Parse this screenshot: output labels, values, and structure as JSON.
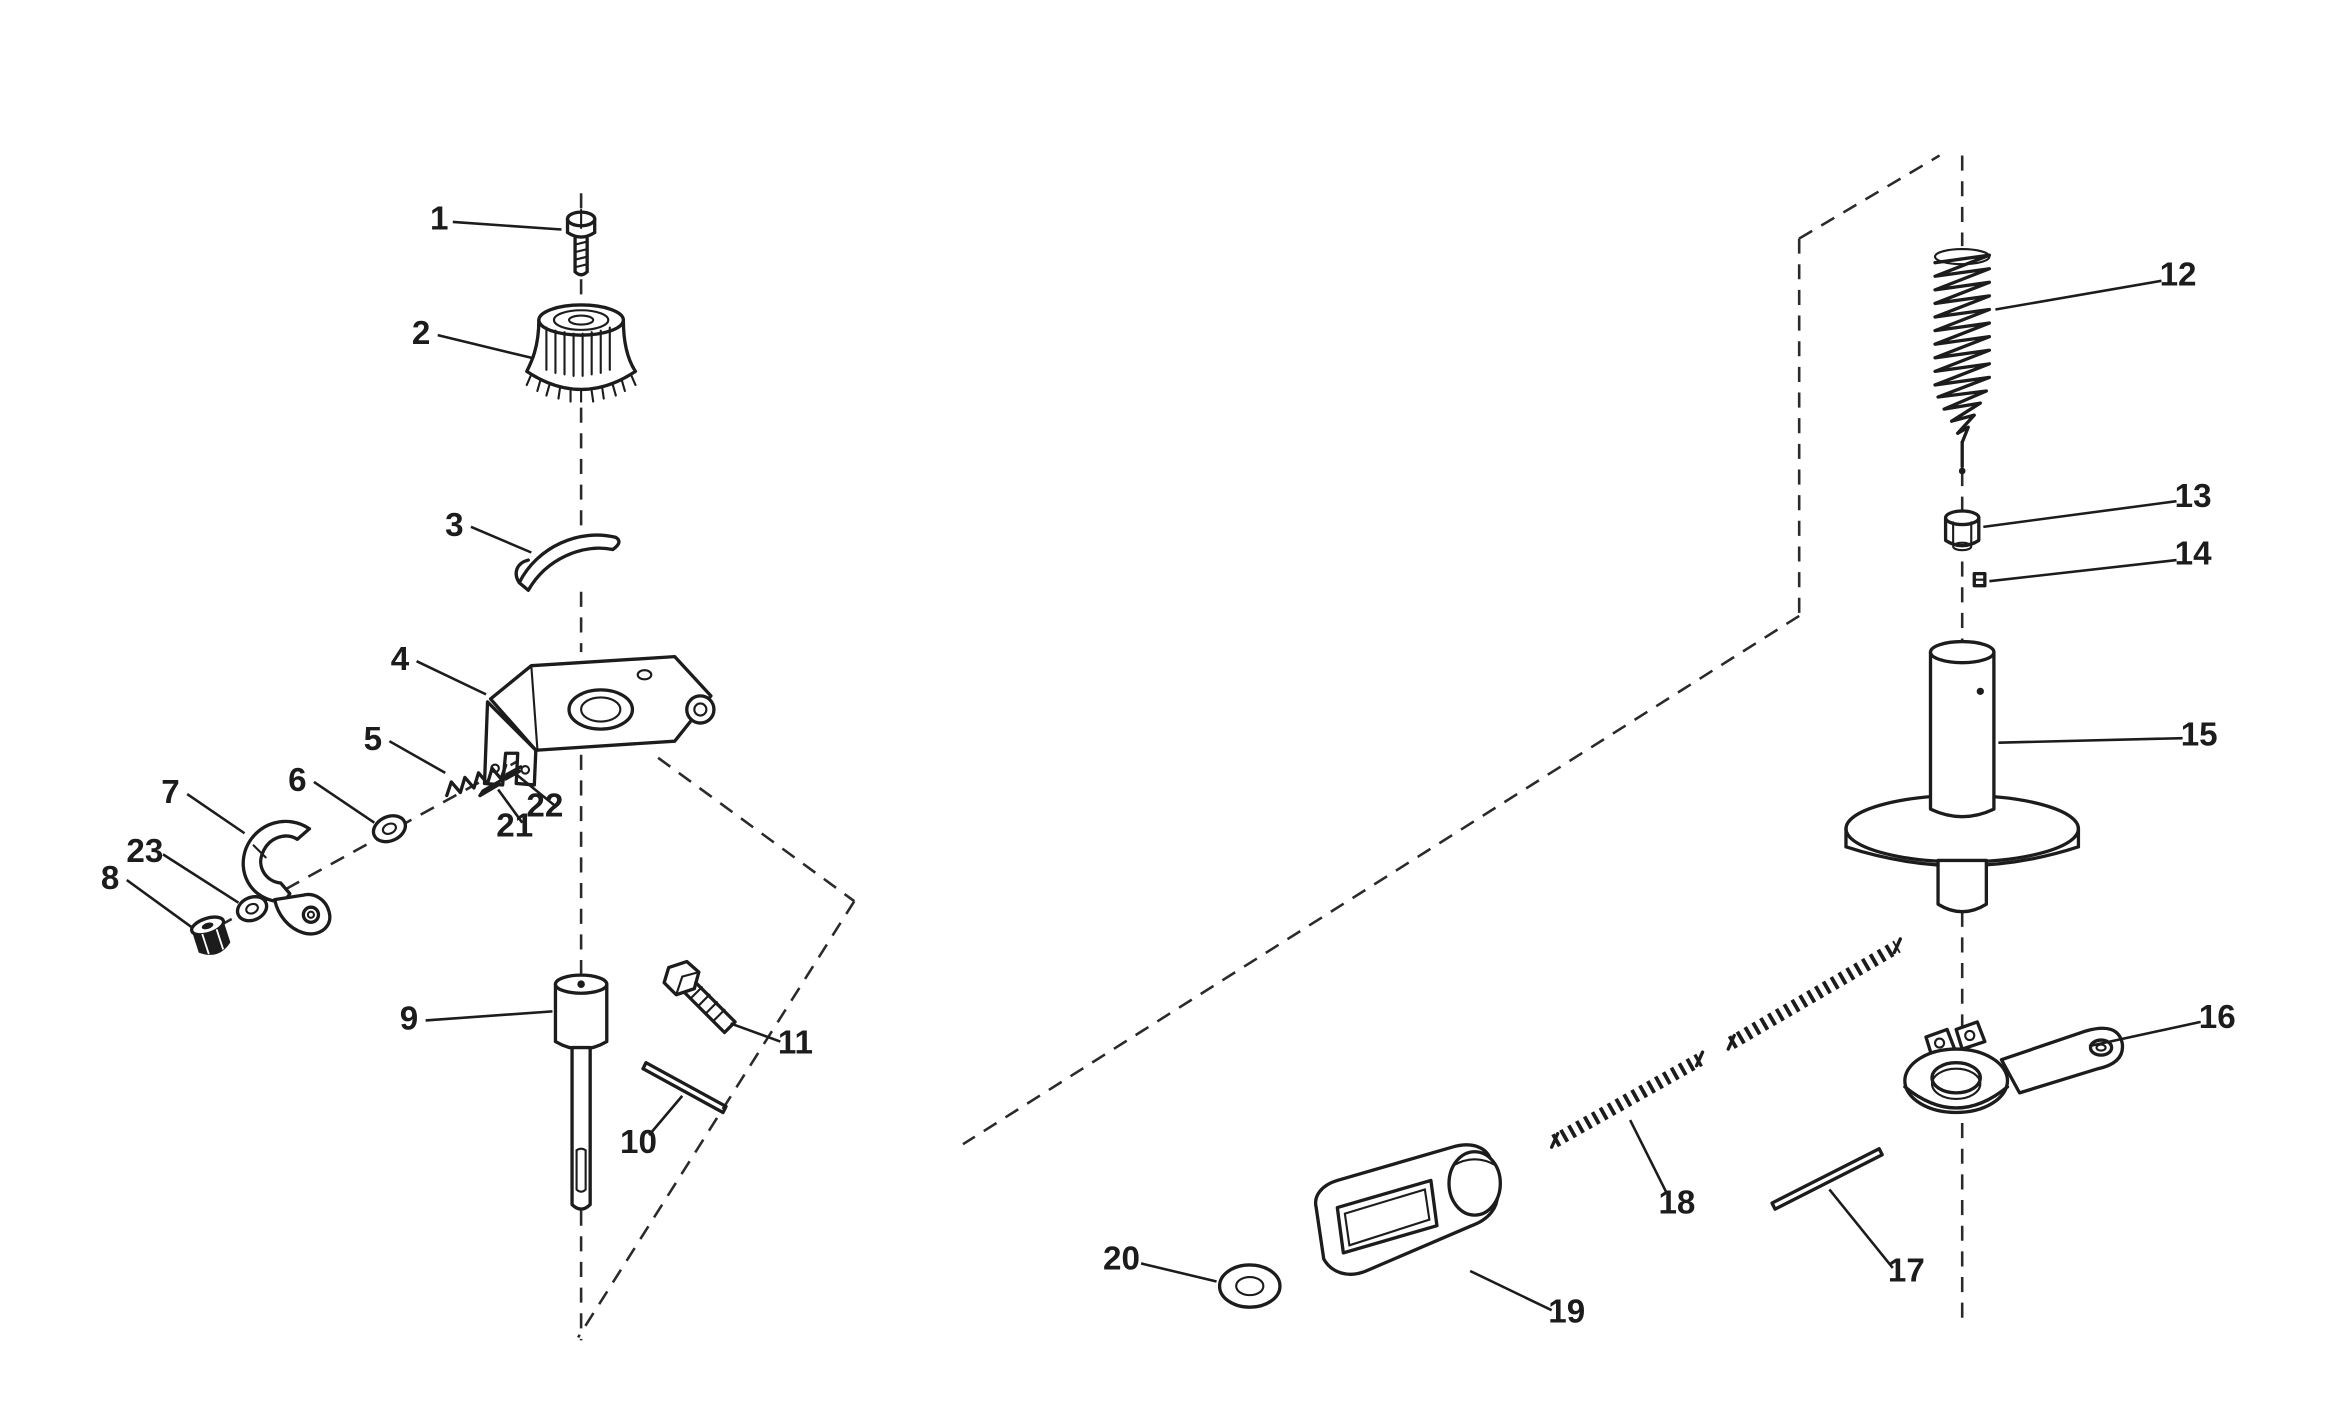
{
  "diagram": {
    "kind": "exploded-parts-diagram",
    "background_color": "#ffffff",
    "ink_color": "#1c1c1c",
    "labels": [
      {
        "text": "1"
      },
      {
        "text": "2"
      },
      {
        "text": "3"
      },
      {
        "text": "4"
      },
      {
        "text": "5"
      },
      {
        "text": "6"
      },
      {
        "text": "7"
      },
      {
        "text": "8"
      },
      {
        "text": "9"
      },
      {
        "text": "10"
      },
      {
        "text": "11"
      },
      {
        "text": "12"
      },
      {
        "text": "13"
      },
      {
        "text": "14"
      },
      {
        "text": "15"
      },
      {
        "text": "16"
      },
      {
        "text": "17"
      },
      {
        "text": "18"
      },
      {
        "text": "19"
      },
      {
        "text": "20"
      },
      {
        "text": "21"
      },
      {
        "text": "22"
      },
      {
        "text": "23"
      }
    ]
  }
}
